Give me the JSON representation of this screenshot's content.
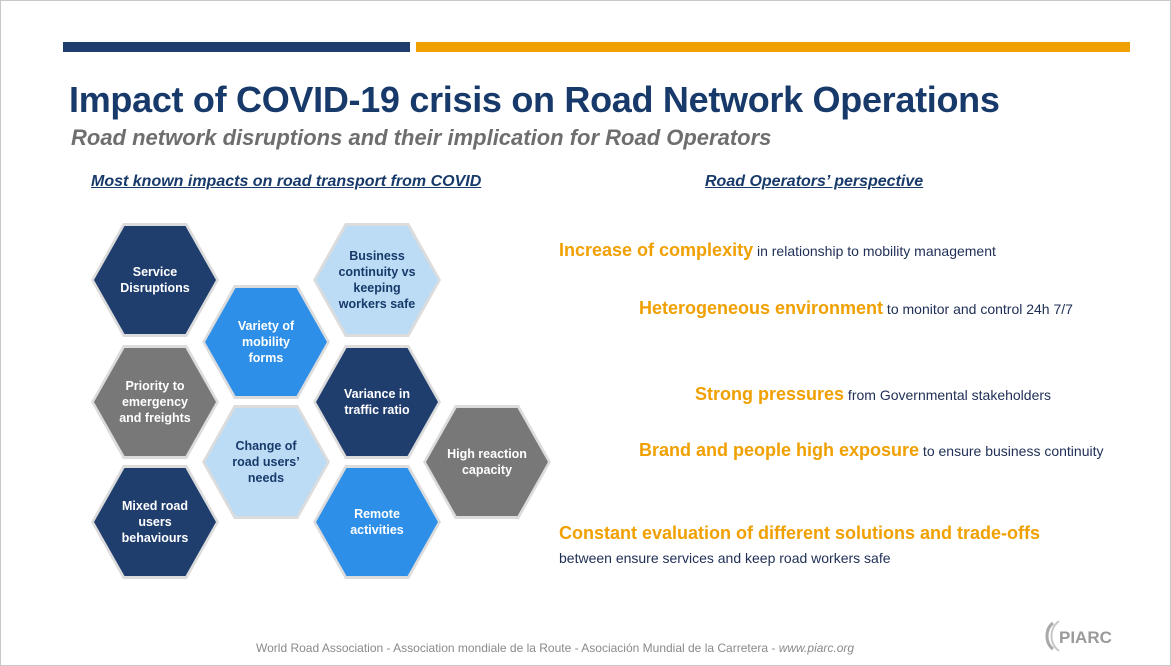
{
  "title": "Impact of COVID-19 crisis on Road Network Operations",
  "subtitle": "Road network disruptions and their implication for Road Operators",
  "left_heading": "Most known impacts on road transport from COVID",
  "right_heading": "Road Operators’ perspective",
  "hexagons": [
    {
      "label": "Service Disruptions",
      "color": "#1f3e6e"
    },
    {
      "label": "Business continuity vs keeping workers safe",
      "color": "#bcdcf6"
    },
    {
      "label": "Variety of mobility forms",
      "color": "#2e8fe8"
    },
    {
      "label": "Priority to emergency and freights",
      "color": "#787878"
    },
    {
      "label": "Variance in traffic ratio",
      "color": "#1f3e6e"
    },
    {
      "label": "Change of road users’ needs",
      "color": "#bcdcf6"
    },
    {
      "label": "High reaction capacity",
      "color": "#787878"
    },
    {
      "label": "Mixed road users behaviours",
      "color": "#1f3e6e"
    },
    {
      "label": "Remote activities",
      "color": "#2e8fe8"
    }
  ],
  "statements": [
    {
      "emphasis": "Increase of complexity",
      "text": " in relationship to mobility management"
    },
    {
      "emphasis": "Heterogeneous environment",
      "text": " to monitor and control 24h 7/7"
    },
    {
      "emphasis": "Strong pressures",
      "text": " from Governmental stakeholders"
    },
    {
      "emphasis": "Brand and people high exposure",
      "text": " to ensure business continuity"
    },
    {
      "emphasis": "Constant evaluation of different solutions and trade-offs",
      "text": " between ensure services and keep road workers safe"
    }
  ],
  "footer": {
    "text": "World Road Association - Association mondiale de la Route - Asociación Mundial de la Carretera - ",
    "url": "www.piarc.org"
  },
  "logo_text": "PIARC",
  "colors": {
    "navy": "#173a6a",
    "accent": "#f0a000",
    "bar_blue": "#1f3e6e"
  }
}
